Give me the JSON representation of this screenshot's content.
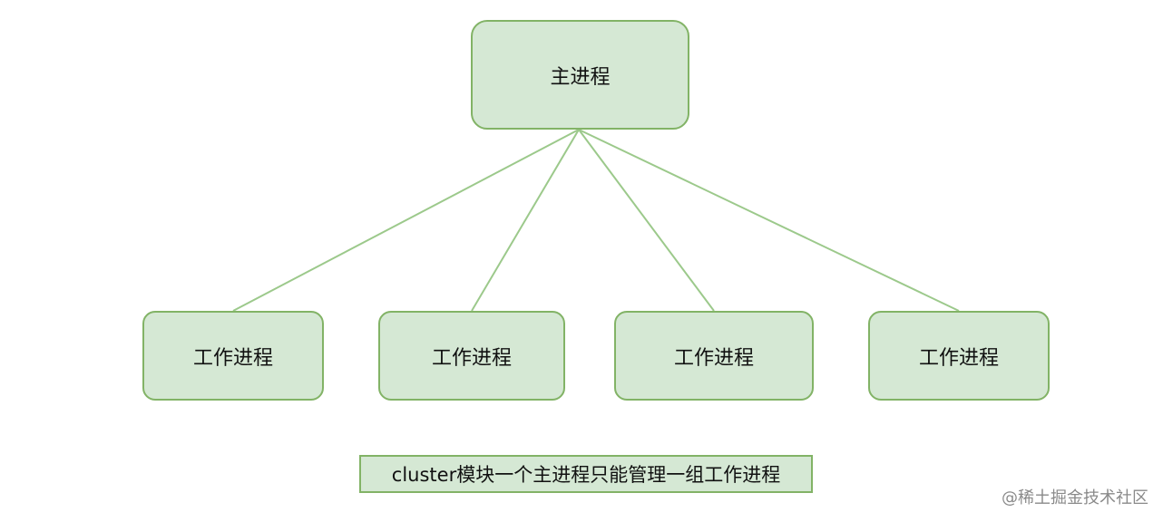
{
  "diagram": {
    "root": {
      "label": "主进程"
    },
    "workers": [
      {
        "label": "工作进程"
      },
      {
        "label": "工作进程"
      },
      {
        "label": "工作进程"
      },
      {
        "label": "工作进程"
      }
    ],
    "caption": "cluster模块一个主进程只能管理一组工作进程"
  },
  "watermark": "@稀土掘金技术社区",
  "colors": {
    "node_fill": "#d5e8d4",
    "node_border": "#82b366",
    "connector": "#9cc98b",
    "text": "#111111"
  }
}
